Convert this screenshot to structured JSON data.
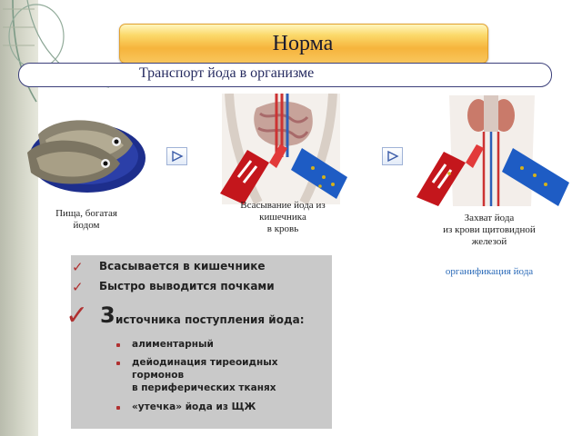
{
  "title": "Норма",
  "subtitle": "Транспорт йода в организме",
  "captions": {
    "food": [
      "Пища, богатая",
      "йодом"
    ],
    "absorption": [
      "Всасывание йода из",
      "кишечника",
      "в кровь"
    ],
    "capture": [
      "Захват йода",
      "из крови щитовидной",
      "железой"
    ],
    "organification": "органификация йода"
  },
  "facts": {
    "item1": "Всасывается в кишечнике",
    "item2": "Быстро выводится почками",
    "sources_number": "3",
    "sources_label": "источника поступления йода:",
    "sources": [
      [
        "алиментарный"
      ],
      [
        "дейодинация тиреоидных",
        "гормонов",
        "в периферических тканях"
      ],
      [
        "«утечка» йода из ЩЖ"
      ]
    ]
  },
  "colors": {
    "accent_red": "#b03030",
    "organification_blue": "#2a6ab8",
    "banner_orange": "#f6b43c",
    "subtitle_border": "#3b3f7a",
    "info_box_gray": "#c9c9c9"
  }
}
